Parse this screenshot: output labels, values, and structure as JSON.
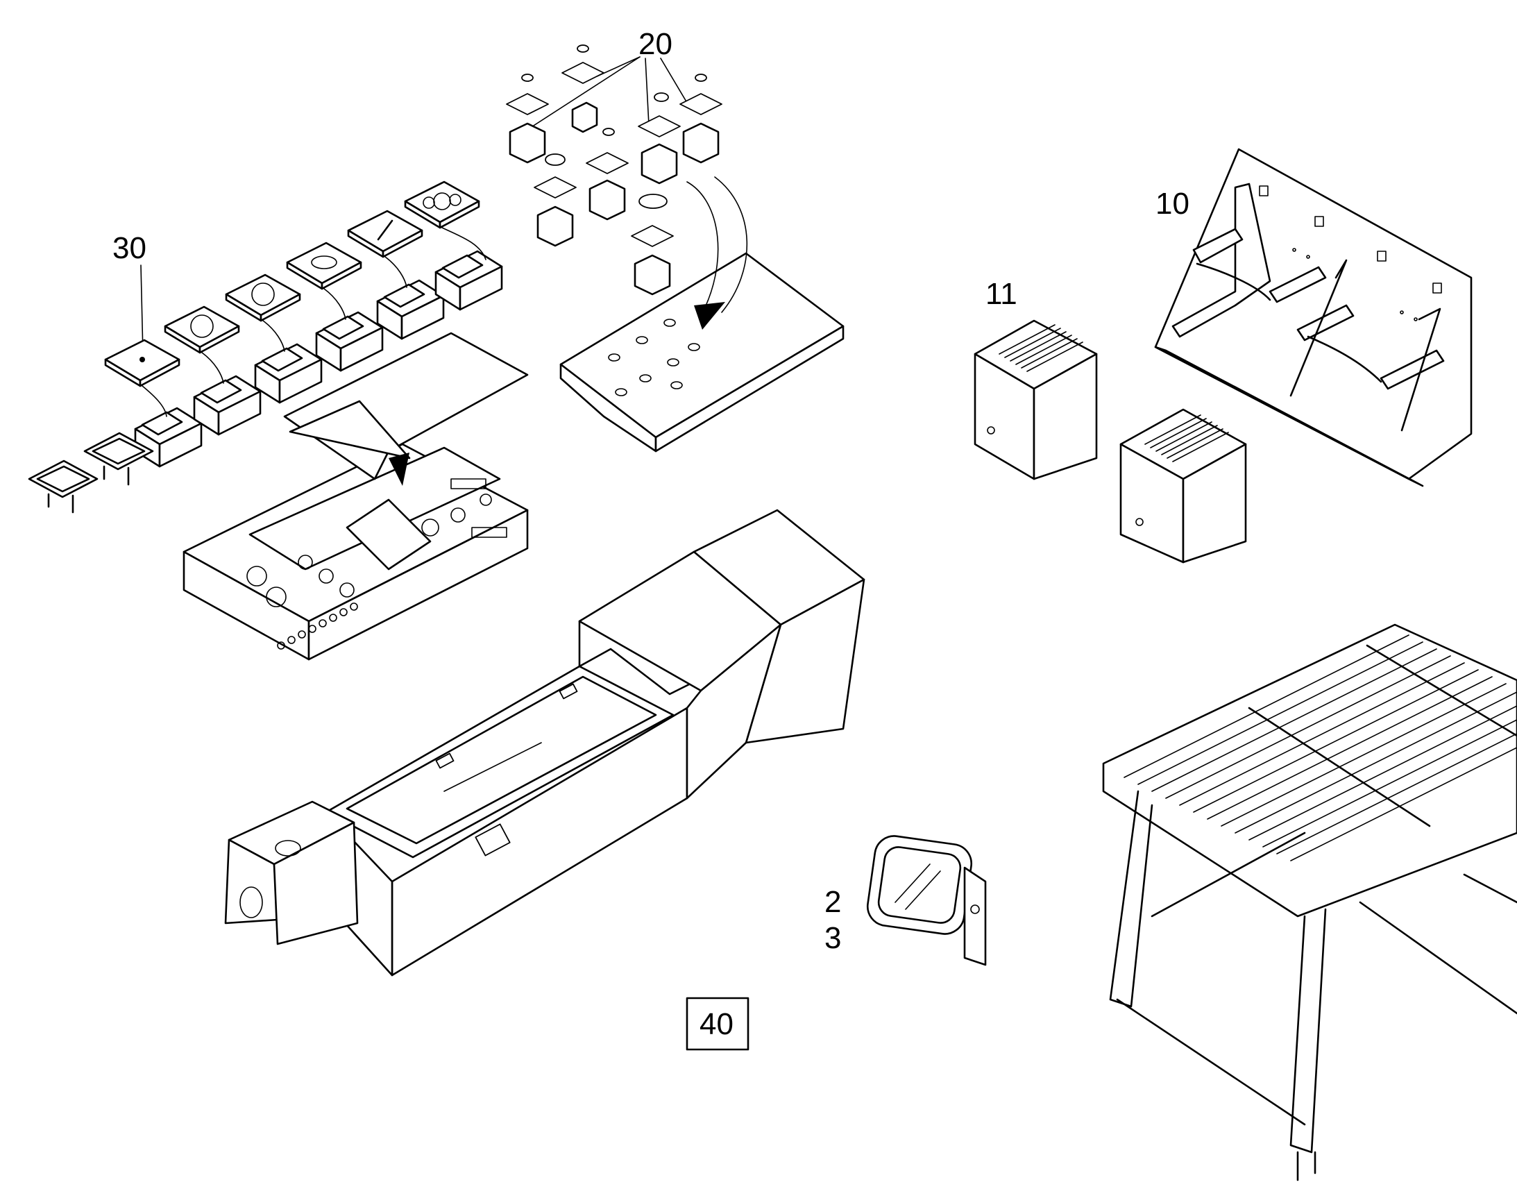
{
  "labels": {
    "item_20": "20",
    "item_30": "30",
    "item_10": "10",
    "item_11": "11",
    "item_2": "2",
    "item_3": "3",
    "item_40": "40"
  }
}
